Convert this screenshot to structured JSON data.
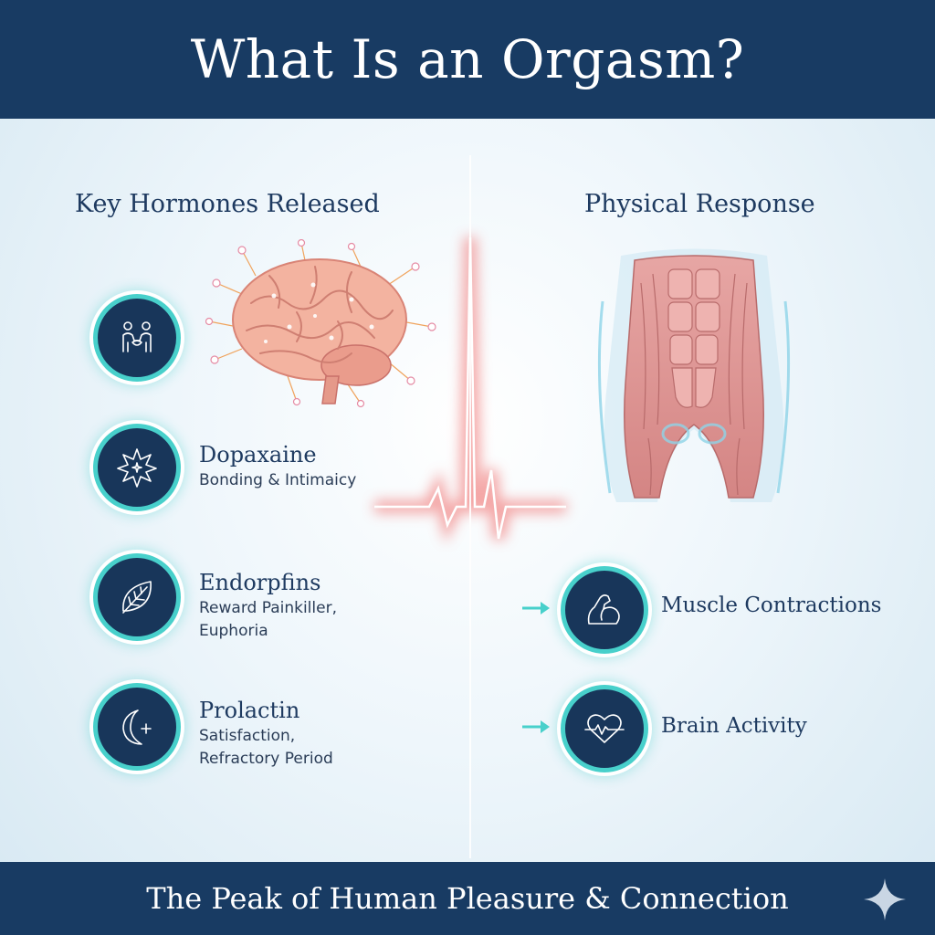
{
  "title": "What Is an Orgasm?",
  "footer": {
    "tagline": "The Peak of Human Pleasure & Connection"
  },
  "hormones": {
    "title": "Key Hormones Released",
    "items": [
      {
        "icon": "people-bonding-icon",
        "name": "",
        "desc": []
      },
      {
        "icon": "star-burst-icon",
        "name": "Dopaxaine",
        "desc": [
          "Bonding & Intimaicy"
        ]
      },
      {
        "icon": "leaf-icon",
        "name": "Endorpfins",
        "desc": [
          "Reward Painkiller,",
          "Euphoria"
        ]
      },
      {
        "icon": "moon-star-icon",
        "name": "Prolactin",
        "desc": [
          "Satisfaction,",
          "Refractory Period"
        ]
      }
    ]
  },
  "response": {
    "title": "Physical Response",
    "items": [
      {
        "icon": "flexed-arm-icon",
        "label": "Muscle Contractions"
      },
      {
        "icon": "heart-pulse-icon",
        "label": "Brain Activity"
      }
    ]
  },
  "colors": {
    "navy": "#183b63",
    "teal": "#48d0cb",
    "pulse": "#e8403f"
  }
}
